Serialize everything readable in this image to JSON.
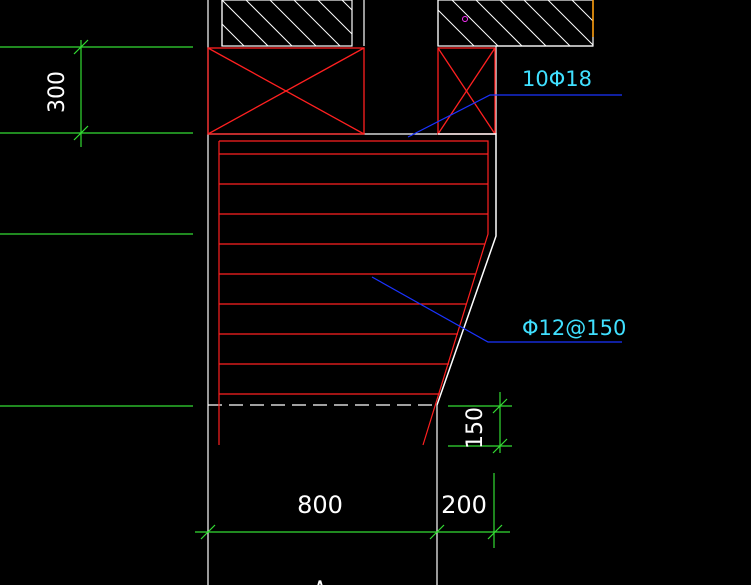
{
  "drawing": {
    "dimensions": {
      "height_top": "300",
      "height_bottom": "150",
      "width_main": "800",
      "width_side": "200"
    },
    "rebar": {
      "top_bars": "10Φ18",
      "stirrups": "Φ12@150"
    },
    "colors": {
      "background": "#000000",
      "outline": "#ffffff",
      "rebar": "#ff2020",
      "dimension": "#33dd33",
      "leader": "#1a33ff",
      "annotation": "#40e0ff",
      "hatch": "#ffffff",
      "border_orange": "#ff9900"
    }
  }
}
